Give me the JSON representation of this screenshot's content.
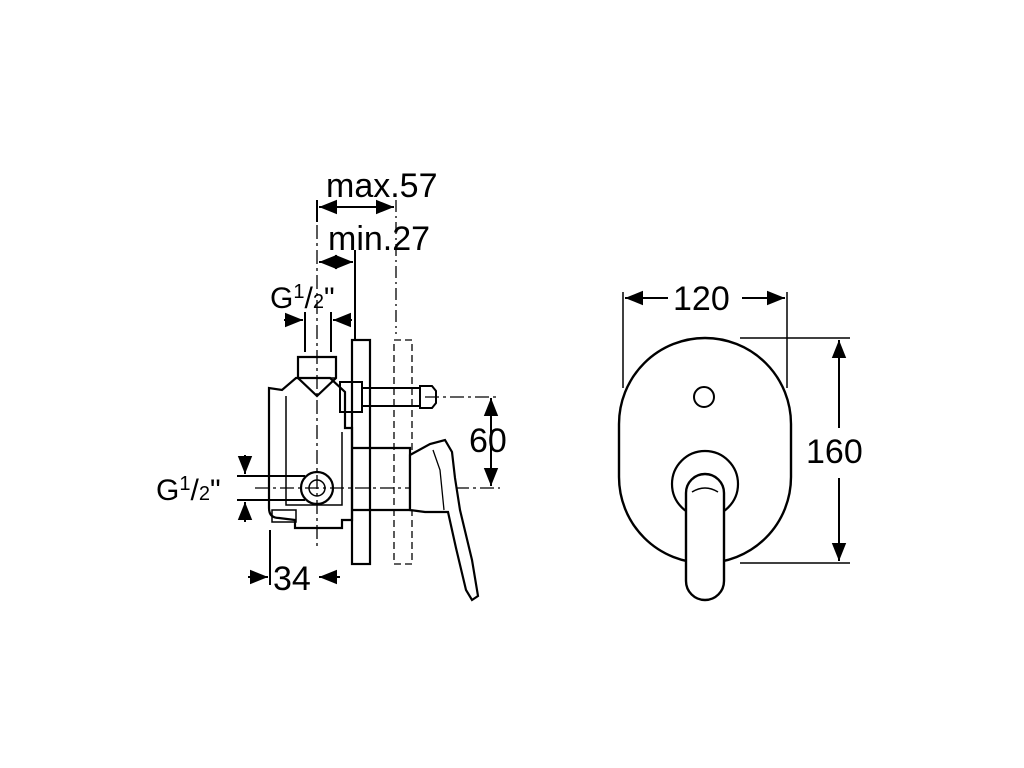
{
  "side_view": {
    "max_label": "max.57",
    "min_label": "min.27",
    "thread_top": {
      "base": "G",
      "num": "1",
      "sep": "/",
      "den": "2",
      "mark": "\""
    },
    "thread_side": {
      "base": "G",
      "num": "1",
      "sep": "/",
      "den": "2",
      "mark": "\""
    },
    "height_label": "60",
    "width_label": "34"
  },
  "front_view": {
    "width_label": "120",
    "height_label": "160"
  },
  "colors": {
    "line": "#000000",
    "background": "#ffffff"
  }
}
